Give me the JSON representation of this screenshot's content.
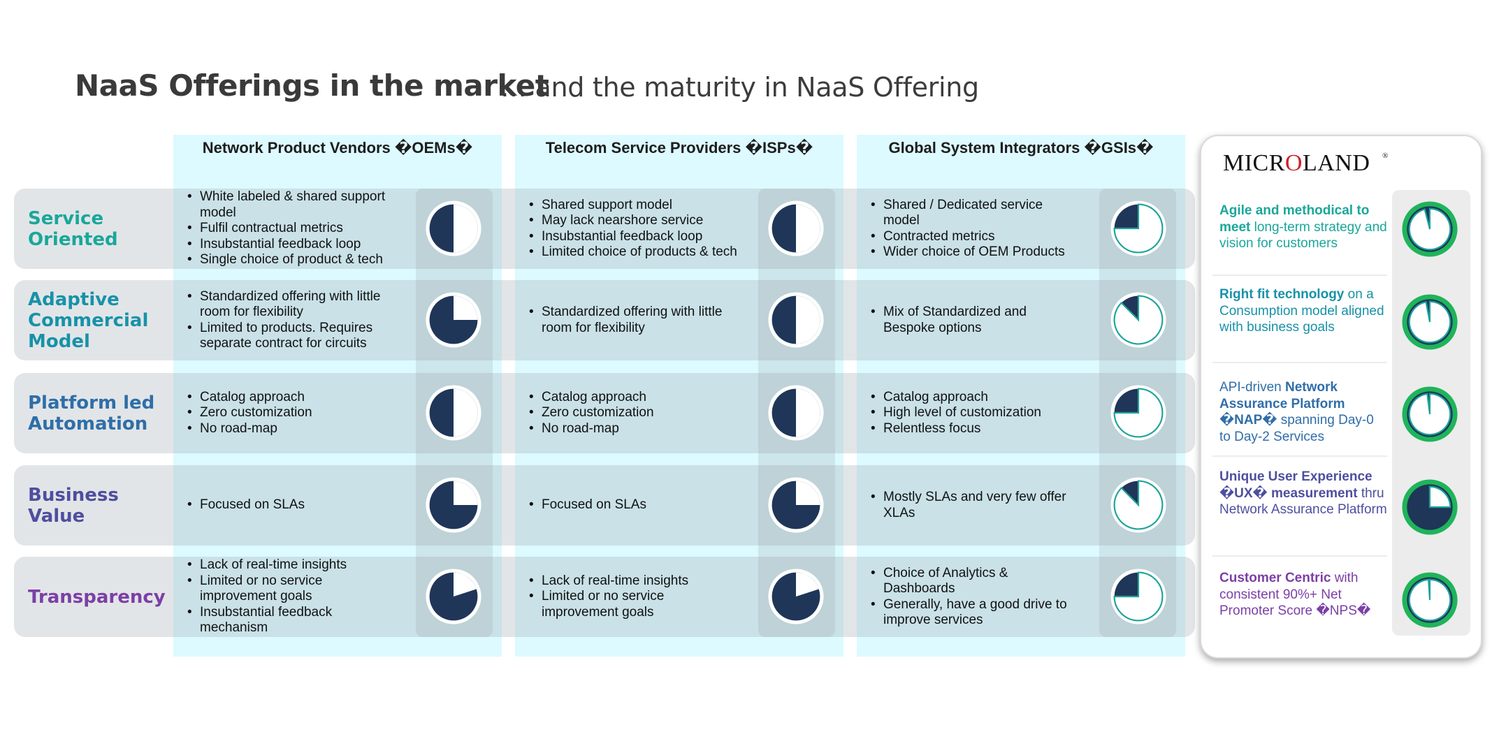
{
  "title": "NaaS Offerings in the market",
  "subtitle": "… and the maturity in NaaS Offering",
  "columns": [
    {
      "header": "Network Product Vendors �OEMs�"
    },
    {
      "header": "Telecom Service Providers �ISPs�"
    },
    {
      "header": "Global System Integrators �GSIs�"
    }
  ],
  "rows": [
    {
      "label": "Service Oriented",
      "color": "#1aa79a",
      "cells": [
        {
          "bullets": [
            "White labeled & shared support model",
            "Fulfil contractual metrics",
            "Insubstantial feedback loop",
            "Single choice of product & tech"
          ],
          "maturity": 0.5
        },
        {
          "bullets": [
            "Shared support model",
            "May lack nearshore service",
            "Insubstantial feedback loop",
            "Limited choice of products & tech"
          ],
          "maturity": 0.5
        },
        {
          "bullets": [
            "Shared / Dedicated service model",
            "Contracted metrics",
            "Wider choice of OEM Products"
          ],
          "maturity": 0.25
        }
      ]
    },
    {
      "label": "Adaptive Commercial Model",
      "color": "#1792a8",
      "cells": [
        {
          "bullets": [
            "Standardized offering with little room for flexibility",
            "Limited to products. Requires separate contract for circuits"
          ],
          "maturity": 0.75
        },
        {
          "bullets": [
            "Standardized offering with little room for flexibility"
          ],
          "maturity": 0.5
        },
        {
          "bullets": [
            "Mix of Standardized and Bespoke options"
          ],
          "maturity": 0.125
        }
      ]
    },
    {
      "label": "Platform led Automation",
      "color": "#2f6ea8",
      "cells": [
        {
          "bullets": [
            "Catalog approach",
            "Zero customization",
            "No road-map"
          ],
          "maturity": 0.5
        },
        {
          "bullets": [
            "Catalog approach",
            "Zero customization",
            "No road-map"
          ],
          "maturity": 0.5
        },
        {
          "bullets": [
            "Catalog approach",
            "High level of customization",
            "Relentless focus"
          ],
          "maturity": 0.25
        }
      ]
    },
    {
      "label": "Business Value",
      "color": "#4e4ea0",
      "cells": [
        {
          "bullets": [
            "Focused on SLAs"
          ],
          "maturity": 0.75
        },
        {
          "bullets": [
            "Focused on SLAs"
          ],
          "maturity": 0.75
        },
        {
          "bullets": [
            "Mostly SLAs and very few offer XLAs"
          ],
          "maturity": 0.125
        }
      ]
    },
    {
      "label": "Transparency",
      "color": "#7c3fa6",
      "cells": [
        {
          "bullets": [
            "Lack of real-time insights",
            "Limited or no service improvement goals",
            "Insubstantial feedback mechanism"
          ],
          "maturity": 0.8
        },
        {
          "bullets": [
            "Lack of real-time insights",
            "Limited or no service improvement goals"
          ],
          "maturity": 0.8
        },
        {
          "bullets": [
            "Choice of Analytics & Dashboards",
            "Generally, have a good drive to improve services"
          ],
          "maturity": 0.25
        }
      ]
    }
  ],
  "microland": {
    "logo_text": "MICROLAND",
    "logo_mark": "®",
    "items": [
      {
        "parts": [
          {
            "b": true,
            "t": "Agile and methodical to meet"
          },
          {
            "b": false,
            "t": " long-term strategy and vision for customers"
          }
        ],
        "color": "#1aa79a",
        "maturity": 0.04
      },
      {
        "parts": [
          {
            "b": true,
            "t": "Right fit technology"
          },
          {
            "b": false,
            "t": " on a Consumption model aligned with business goals"
          }
        ],
        "color": "#1792a8",
        "maturity": 0.03
      },
      {
        "parts": [
          {
            "b": false,
            "t": "API-driven "
          },
          {
            "b": true,
            "t": "Network Assurance Platform �NAP�"
          },
          {
            "b": false,
            "t": " spanning Day-0 to Day-2 Services"
          }
        ],
        "color": "#2f6ea8",
        "maturity": 0.02
      },
      {
        "parts": [
          {
            "b": true,
            "t": "Unique User Experience �UX� measurement"
          },
          {
            "b": false,
            "t": " thru Network Assurance Platform"
          }
        ],
        "color": "#4e4ea0",
        "maturity": 0.75
      },
      {
        "parts": [
          {
            "b": true,
            "t": "Customer Centric"
          },
          {
            "b": false,
            "t": " with consistent 90%+ Net Promoter Score �NPS�"
          }
        ],
        "color": "#7c3fa6",
        "maturity": 0.01
      }
    ]
  },
  "colors": {
    "pie_dark": "#1f3659",
    "pie_light": "#ffffff",
    "ml_ring": "#1fb45a",
    "ml_arc": "#1fa39a"
  }
}
